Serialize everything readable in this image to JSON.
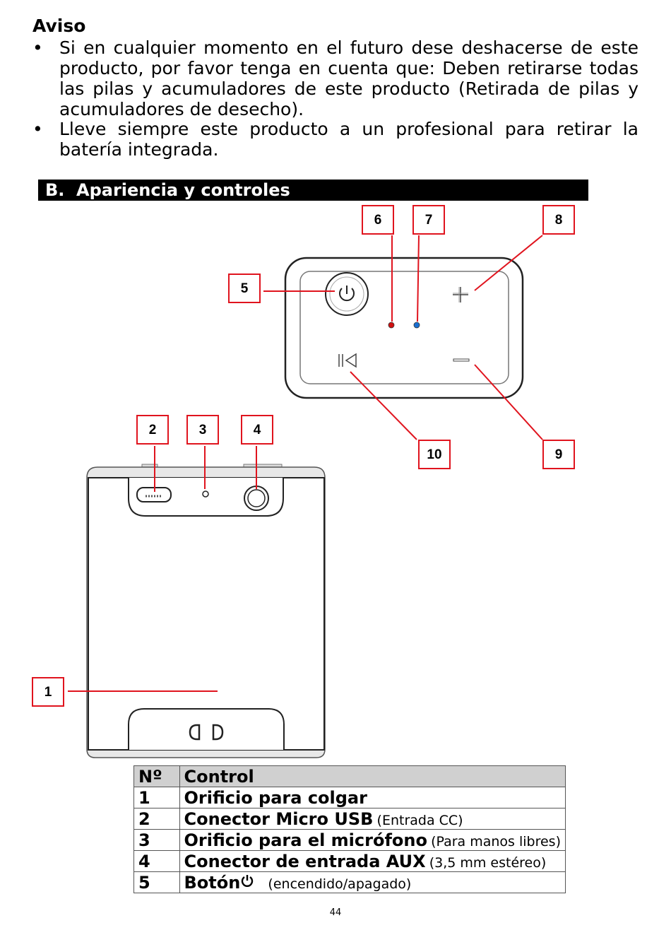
{
  "notice": {
    "title": "Aviso",
    "bullet_glyph": "•",
    "bullets": [
      "Si en cualquier momento en el futuro dese deshacerse de este producto, por favor tenga en cuenta que: Deben retirarse todas las pilas y acumuladores de este producto (Retirada de pilas y acumuladores de desecho).",
      "Lleve siempre este producto a un profesional para retirar la batería integrada."
    ]
  },
  "section": {
    "letter": "B.",
    "title": "Apariencia y controles"
  },
  "callouts": [
    "1",
    "2",
    "3",
    "4",
    "5",
    "6",
    "7",
    "8",
    "9",
    "10"
  ],
  "colors": {
    "callout_border": "#e0141e",
    "led_red": "#d01010",
    "led_blue": "#1a6fd0"
  },
  "table": {
    "headers": [
      "Nº",
      "Control"
    ],
    "rows": [
      {
        "n": "1",
        "main": "Orificio para colgar",
        "sub": ""
      },
      {
        "n": "2",
        "main": "Conector Micro USB",
        "sub": "(Entrada CC)"
      },
      {
        "n": "3",
        "main": "Orificio para el micrófono",
        "sub": "(Para manos libres)"
      },
      {
        "n": "4",
        "main": "Conector de entrada AUX",
        "sub": "(3,5 mm estéreo)"
      },
      {
        "n": "5",
        "main": "Botón",
        "icon": "power-icon",
        "sub": "(encendido/apagado)"
      }
    ]
  },
  "page_number": "44"
}
